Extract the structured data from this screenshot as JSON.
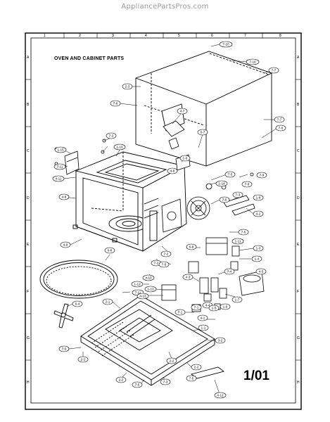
{
  "watermark": "AppliancePartsPros.com",
  "title": "OVEN AND CABINET PARTS",
  "page_number": "1/01",
  "callouts": [
    {
      "id": "c-7-10a",
      "label": "7-10"
    },
    {
      "id": "c-7-10b",
      "label": "7-10"
    },
    {
      "id": "c-7-7a",
      "label": "7-7"
    },
    {
      "id": "c-2-3",
      "label": "2-3"
    },
    {
      "id": "c-7-6a",
      "label": "7-6"
    },
    {
      "id": "c-7-7b",
      "label": "7-7"
    },
    {
      "id": "c-4-7",
      "label": "4-7"
    },
    {
      "id": "c-6-7",
      "label": "6-7"
    },
    {
      "id": "c-7-6b",
      "label": "7-6"
    },
    {
      "id": "c-7-2a",
      "label": "7-2"
    },
    {
      "id": "c-1-10",
      "label": "1-10"
    },
    {
      "id": "c-1-15",
      "label": "1-15"
    },
    {
      "id": "c-1-6",
      "label": "1-6"
    },
    {
      "id": "c-7-11a",
      "label": "7-11"
    },
    {
      "id": "c-4-8",
      "label": "4-8"
    },
    {
      "id": "c-7-5a",
      "label": "7-5"
    },
    {
      "id": "c-7-9",
      "label": "7-9"
    },
    {
      "id": "c-4-11",
      "label": "4-11"
    },
    {
      "id": "c-1-14",
      "label": "1-14"
    },
    {
      "id": "c-7-8",
      "label": "7-8"
    },
    {
      "id": "c-1-8",
      "label": "1-8"
    },
    {
      "id": "c-7-3",
      "label": "7-3"
    },
    {
      "id": "c-4-6",
      "label": "4-6"
    },
    {
      "id": "c-4-2",
      "label": "4-2"
    },
    {
      "id": "c-7-6c",
      "label": "7-6"
    },
    {
      "id": "c-7-6d",
      "label": "7-6"
    },
    {
      "id": "c-4-9",
      "label": "4-9"
    },
    {
      "id": "c-6-9",
      "label": "6-9"
    },
    {
      "id": "c-1-11",
      "label": "1-11"
    },
    {
      "id": "c-1-3",
      "label": "1-3"
    },
    {
      "id": "c-6-6",
      "label": "6-6"
    },
    {
      "id": "c-7-2b",
      "label": "7-2"
    },
    {
      "id": "c-7-2c",
      "label": "7-2"
    },
    {
      "id": "c-1-4",
      "label": "1-4"
    },
    {
      "id": "c-7-6e",
      "label": "7-6"
    },
    {
      "id": "c-4-10",
      "label": "4-10"
    },
    {
      "id": "c-7-4",
      "label": "7-4"
    },
    {
      "id": "c-4-3",
      "label": "4-3"
    },
    {
      "id": "c-1-7",
      "label": "1-7"
    },
    {
      "id": "c-4-5",
      "label": "4-5"
    },
    {
      "id": "c-1-12",
      "label": "1-12"
    },
    {
      "id": "c-7-11b",
      "label": "7-11"
    },
    {
      "id": "c-1-13",
      "label": "1-13"
    },
    {
      "id": "c-4-13",
      "label": "4-13"
    },
    {
      "id": "c-2-1",
      "label": "2-1"
    },
    {
      "id": "c-6-4",
      "label": "6-4"
    },
    {
      "id": "c-7-1",
      "label": "7-1"
    },
    {
      "id": "c-4-4",
      "label": "4-4"
    },
    {
      "id": "c-1-5",
      "label": "1-5"
    },
    {
      "id": "c-1-9",
      "label": "1-9"
    },
    {
      "id": "c-7-1b",
      "label": "7-1"
    },
    {
      "id": "c-4-1",
      "label": "4-1"
    },
    {
      "id": "c-1-1",
      "label": "1-1"
    },
    {
      "id": "c-3-2",
      "label": "3-2"
    },
    {
      "id": "c-7-5b",
      "label": "7-5"
    },
    {
      "id": "c-2-2a",
      "label": "2-2"
    },
    {
      "id": "c-2-2b",
      "label": "2-2"
    },
    {
      "id": "c-2-2c",
      "label": "2-2"
    },
    {
      "id": "c-2-2d",
      "label": "2-2"
    },
    {
      "id": "c-7-5c",
      "label": "7-5"
    },
    {
      "id": "c-7-3b",
      "label": "7-3"
    },
    {
      "id": "c-7-5d",
      "label": "7-5"
    },
    {
      "id": "c-4-12",
      "label": "4-12"
    }
  ],
  "side_labels": {
    "left": [
      "A",
      "B",
      "C",
      "D",
      "E",
      "F",
      "G",
      "H"
    ],
    "right": [
      "A",
      "B",
      "C",
      "D",
      "E",
      "F",
      "G",
      "H"
    ],
    "top": [
      "1",
      "2",
      "3",
      "4",
      "5",
      "6",
      "7",
      "8"
    ]
  }
}
